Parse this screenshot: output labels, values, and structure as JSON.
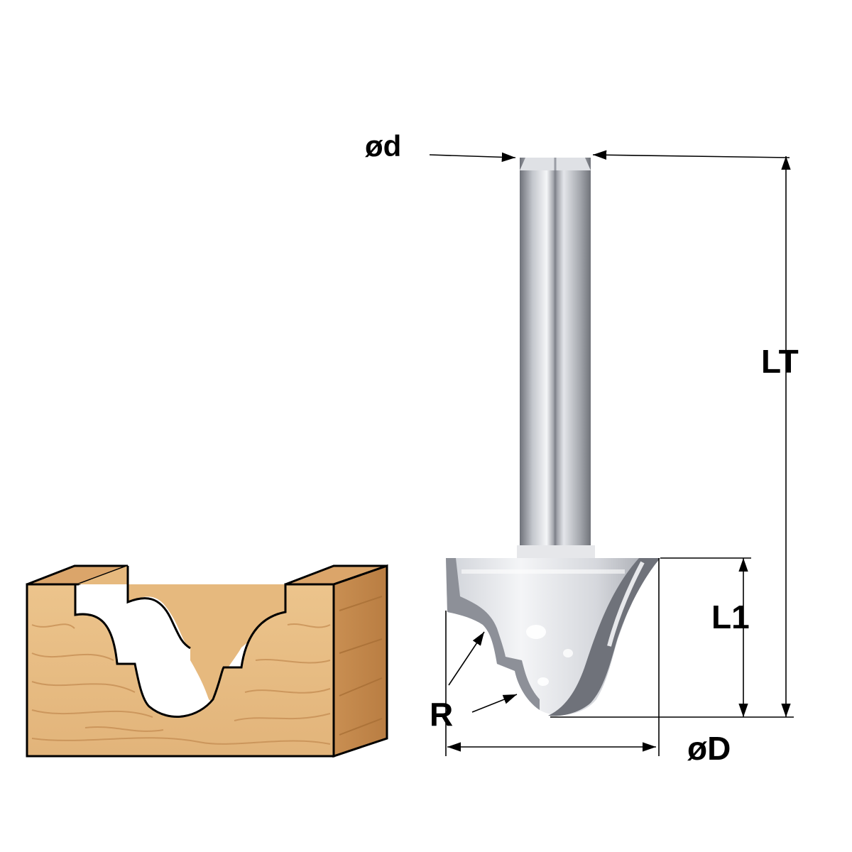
{
  "labels": {
    "shank_diameter": "ød",
    "total_length": "LT",
    "cutting_length": "L1",
    "radius": "R",
    "cutter_diameter": "øD"
  },
  "colors": {
    "wood_face": "#e8bd83",
    "wood_top": "#dba56a",
    "wood_side": "#c98c4e",
    "wood_grain": "#c9935a",
    "steel_light": "#f2f2f4",
    "steel_mid": "#b9bcc2",
    "steel_dark": "#6d7078",
    "outline": "#000000"
  },
  "icons": {
    "workpiece": "wood-block-profile-icon",
    "router_bit": "router-bit-icon"
  }
}
